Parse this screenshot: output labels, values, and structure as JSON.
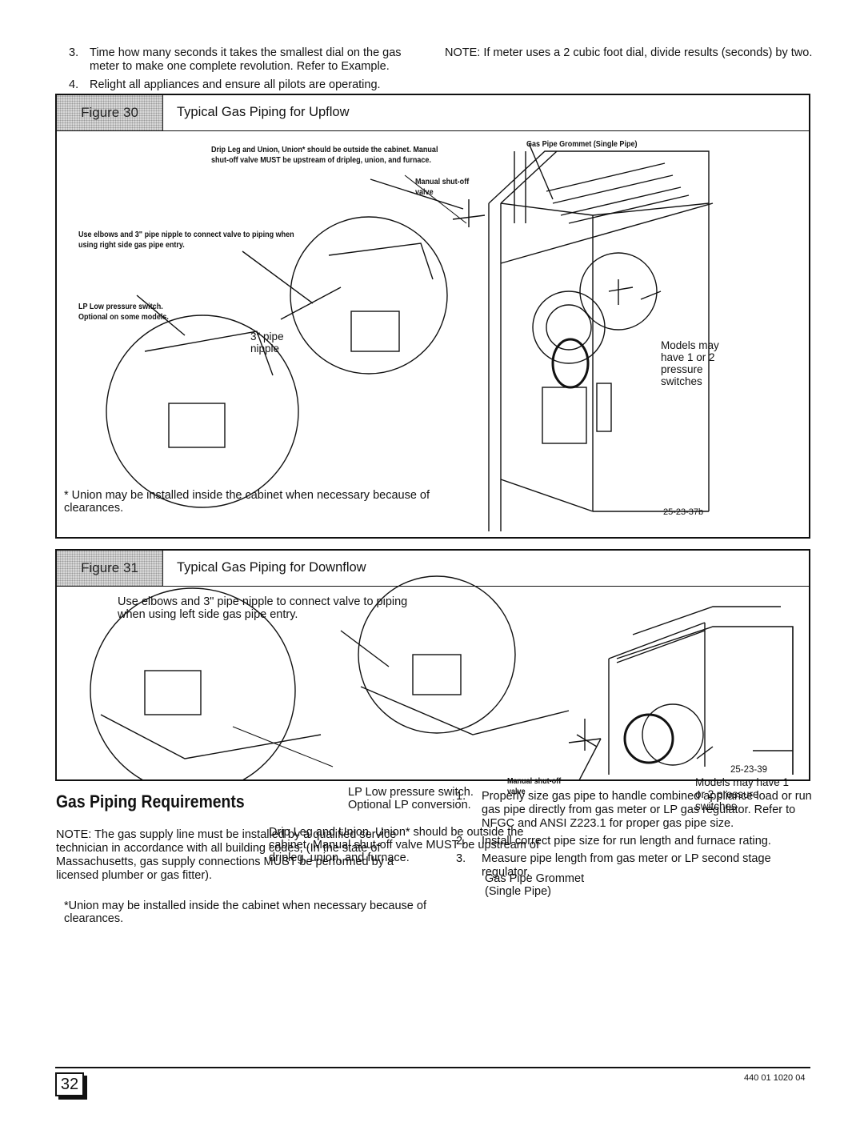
{
  "intro": {
    "item3_num": "3.",
    "item3_text": "Time how many seconds it takes the smallest dial on the gas meter to make one complete revolution. Refer to Example.",
    "item4_num": "4.",
    "item4_text": "Relight all appliances and ensure all pilots are operating.",
    "note": "NOTE: If meter uses a 2 cubic foot dial, divide results (seconds) by two."
  },
  "figure30": {
    "tab": "Figure 30",
    "title": "Typical Gas Piping for Upflow",
    "label_dripleg": "Drip Leg and Union, Union* should be outside the cabinet. Manual shut-off valve MUST be upstream of dripleg, union, and furnace.",
    "label_grommet": "Gas Pipe Grommet (Single Pipe)",
    "label_manual": "Manual shut-off valve",
    "label_elbows": "Use elbows and 3\" pipe nipple to connect valve to piping when using right side gas pipe entry.",
    "label_lp": "LP Low pressure switch. Optional on some models.",
    "label_nipple": "3\" pipe nipple",
    "label_models": "Models may have 1 or 2 pressure switches",
    "footnote": "* Union may be installed inside the cabinet when necessary because of clearances.",
    "code": "25-23-37b"
  },
  "figure31": {
    "tab": "Figure 31",
    "title": "Typical Gas Piping for Downflow",
    "label_elbows": "Use elbows and 3\" pipe nipple to connect valve to piping when using left side gas pipe entry.",
    "label_lp": "LP Low pressure switch. Optional LP conversion.",
    "label_manual": "Manual shut-off valve",
    "label_models": "Models may have 1 or 2 pressure switches",
    "label_dripleg": "Drip Leg and Union, Union* should be outside the cabinet. Manual shut-off valve MUST be upstream of dripleg, union, and furnace.",
    "label_grommet": "Gas Pipe Grommet (Single Pipe)",
    "footnote": "*Union may be installed inside the cabinet when necessary because of clearances.",
    "code": "25-23-39"
  },
  "requirements": {
    "heading": "Gas Piping Requirements",
    "note": "NOTE: The gas supply line must be installed by a qualified service technician in accordance with all building codes, (In the state of Massachusetts, gas supply connections MUST be performed by a licensed plumber or gas fitter).",
    "items": [
      {
        "num": "1.",
        "text": "Properly size gas pipe to handle combined appliance load or run gas pipe directly from gas meter or LP gas regulator. Refer to NFGC and ANSI Z223.1 for proper gas pipe size."
      },
      {
        "num": "2.",
        "text": "Install correct pipe size for run length and furnace rating."
      },
      {
        "num": "3.",
        "text": "Measure pipe length from gas meter or LP second stage regulator."
      }
    ]
  },
  "footer": {
    "page_number": "32",
    "doc_number": "440 01 1020 04"
  }
}
